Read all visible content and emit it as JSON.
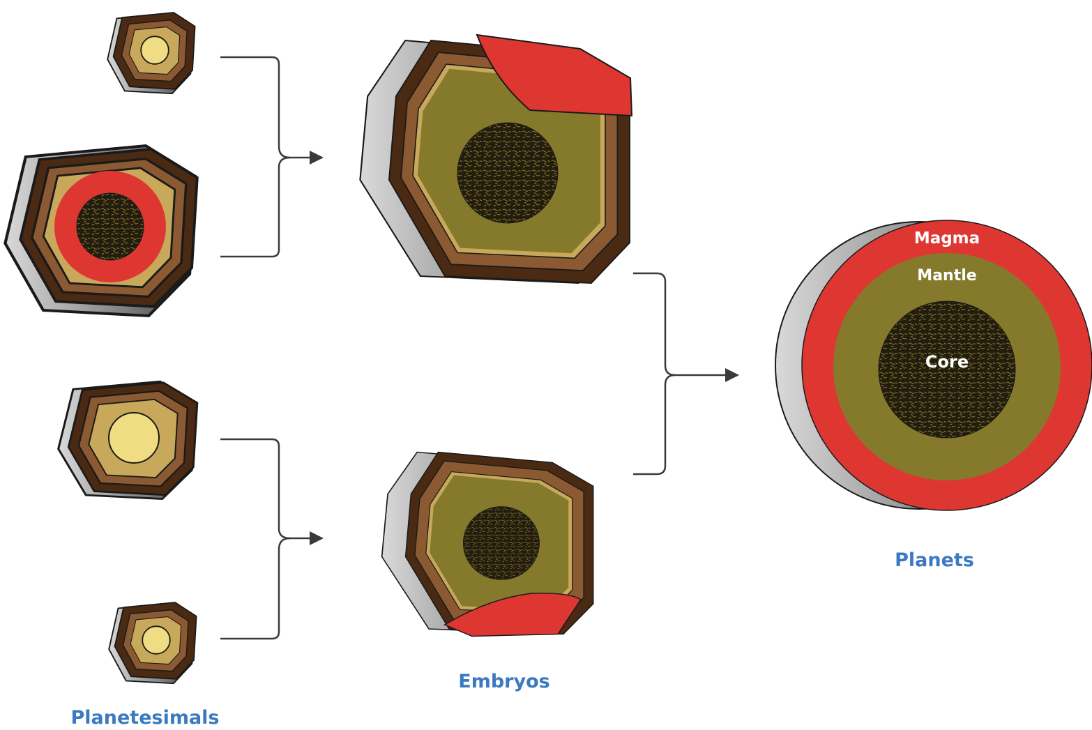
{
  "labels": {
    "planetesimals": "Planetesimals",
    "embryos": "Embryos",
    "planets": "Planets"
  },
  "planet_layers": {
    "magma": "Magma",
    "mantle": "Mantle",
    "core": "Core"
  },
  "colors": {
    "crust_dark": "#4a2a12",
    "crust_mid": "#8b5a32",
    "crust_light": "#c8a85a",
    "undifferentiated_interior": "#f0dc82",
    "mantle_olive": "#857a2c",
    "magma_red": "#de3732",
    "core_dark": "#231d0f",
    "core_speckle": "#8b7d2a",
    "shadow_gray": "#6b6b6b",
    "label_blue": "#3c7ac0",
    "connector": "#3a3a3a"
  }
}
